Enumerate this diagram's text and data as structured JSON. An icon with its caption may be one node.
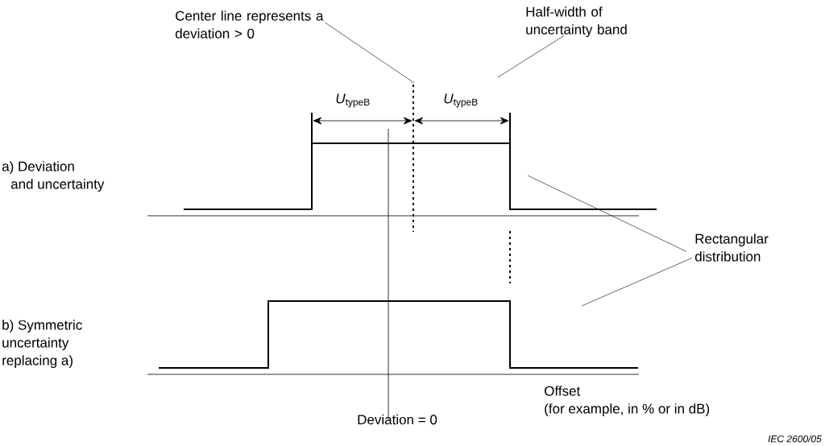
{
  "diagram": {
    "nodes": [
      {
        "text": [
          "Center line represents a deviation > 0"
        ]
      },
      {
        "text": [
          "Half-width of uncertainty band"
        ]
      },
      {
        "text": [
          "Rectangular distribution"
        ]
      }
    ],
    "edges": [
      {
        "from": 0,
        "to": null,
        "arrow": "none"
      },
      {
        "from": 1,
        "to": null,
        "arrow": "none"
      },
      {
        "from": 2,
        "to": null,
        "arrow": "none"
      },
      {
        "from": 2,
        "to": null,
        "arrow": "none"
      }
    ],
    "labels": [
      "*U*$_{typeB}$",
      "*U*$_{typeB}$",
      "a) Deviation and uncertainty",
      "b) Symmetric uncertainty replacing a)",
      "Deviation = 0",
      "Offset (for example, in % or in dB)",
      "IEC 2600/05"
    ]
  }
}
